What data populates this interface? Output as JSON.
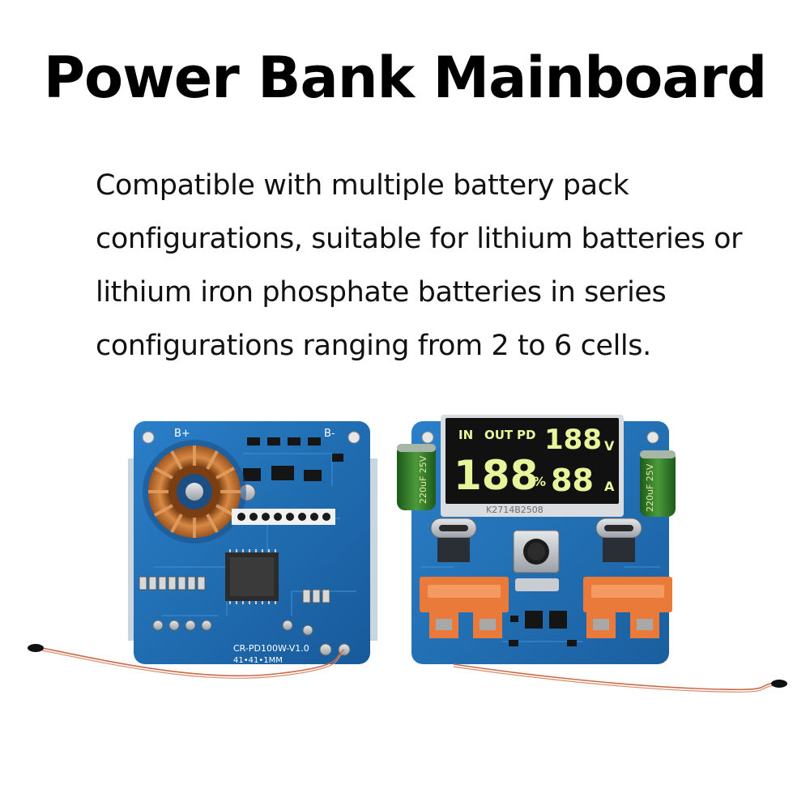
{
  "title": "Power Bank Mainboard",
  "description": [
    "Compatible with multiple battery pack",
    "configurations, suitable for lithium batteries or",
    "lithium iron phosphate batteries in series",
    "configurations ranging from 2 to 6 cells."
  ],
  "photo": {
    "left_board": {
      "label_b_plus": "B+",
      "label_b_minus": "B-",
      "model": "CR-PD100W-V1.0",
      "size": "41•41•1MM"
    },
    "right_board": {
      "lcd": {
        "in": "IN",
        "out": "OUT",
        "pd": "PD",
        "volts_digits": "188",
        "volts_unit": "V",
        "percent_digits": "188",
        "percent_unit": "%",
        "amps_digits": "88",
        "amps_unit": "A",
        "part_number": "K2714B2508"
      },
      "capacitor_left": "220uF 25V",
      "capacitor_right": "220uF 25V"
    },
    "colors": {
      "pcb": "#1f6fb8",
      "lcd_background": "#111111",
      "lcd_segment": "#e8f59a",
      "copper": "#c97a3c",
      "usb_orange": "#e97a3a"
    }
  }
}
